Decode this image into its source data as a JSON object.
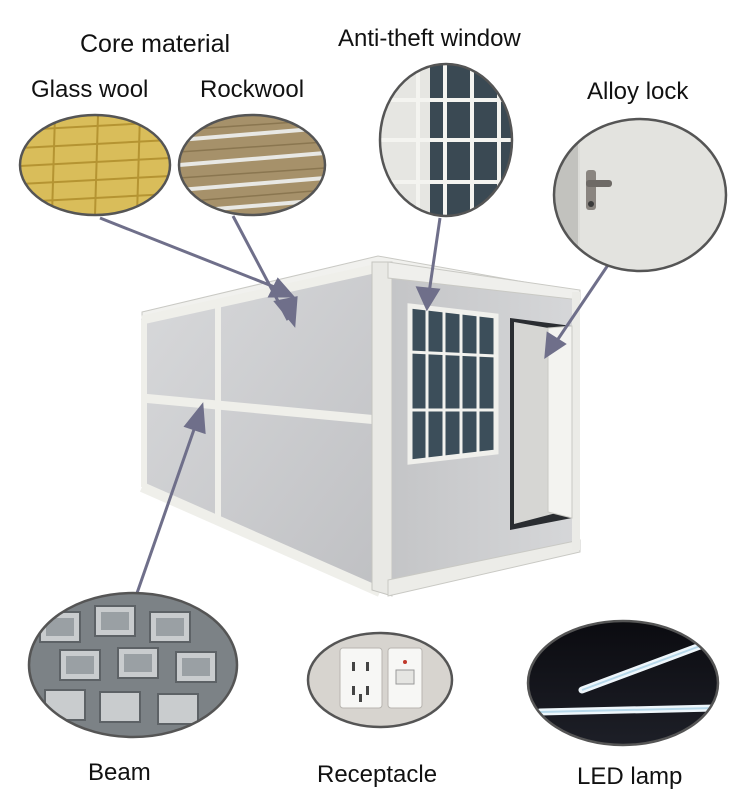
{
  "labels": {
    "core_material": "Core material",
    "glass_wool": "Glass wool",
    "rockwool": "Rockwool",
    "anti_theft_window": "Anti-theft window",
    "alloy_lock": "Alloy lock",
    "beam": "Beam",
    "receptacle": "Receptacle",
    "led_lamp": "LED lamp"
  },
  "colors": {
    "pointer": "#6f6f8a",
    "frame": "#ecece8",
    "panel": "#c9cacc",
    "bubble_border": "#555555"
  }
}
